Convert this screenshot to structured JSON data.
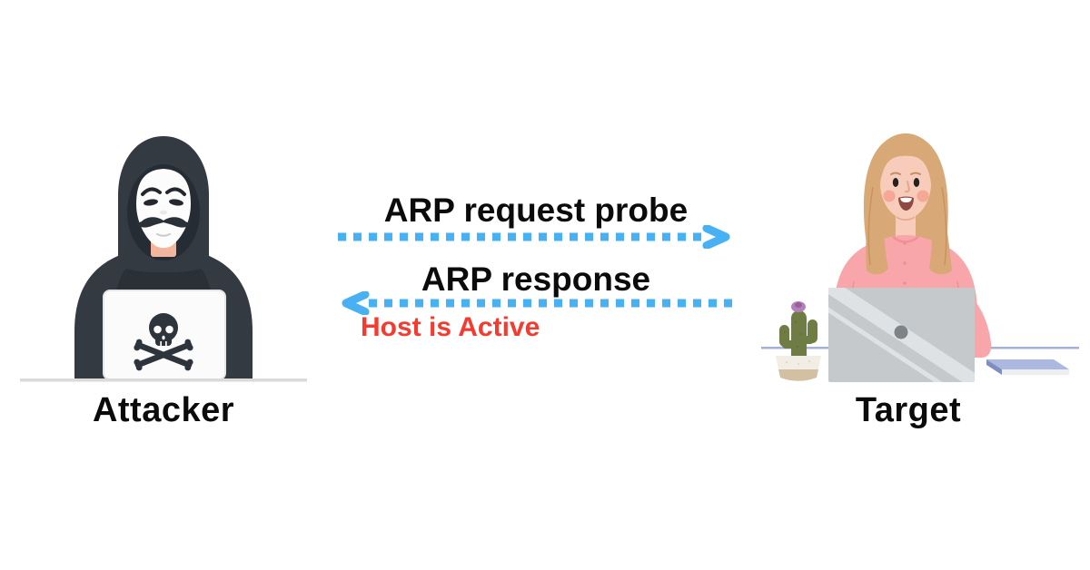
{
  "entities": {
    "attacker": {
      "label": "Attacker"
    },
    "target": {
      "label": "Target"
    }
  },
  "messages": {
    "request": {
      "label": "ARP request probe",
      "direction": "attacker-to-target"
    },
    "response": {
      "label": "ARP response",
      "direction": "target-to-attacker",
      "note": "Host is Active"
    }
  },
  "colors": {
    "arrow_blue": "#47b1f3",
    "note_red": "#f43b30",
    "label_black": "#0b0b0b",
    "attacker_hoodie": "#333a42",
    "target_blouse": "#f9a6ab",
    "target_hair": "#d8a877",
    "laptop_gray": "#c6c9cb",
    "desk_gray": "#dadada",
    "desk_blue": "#a4b1d8"
  },
  "icons": {
    "attacker_illustration": "anonymous-hacker-with-skull-laptop",
    "target_illustration": "woman-at-laptop-with-cactus-and-notebook"
  }
}
